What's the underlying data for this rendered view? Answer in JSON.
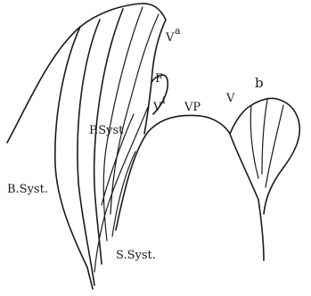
{
  "labels": {
    "va": "V",
    "va_sup": "a",
    "f": "F",
    "vi": "V",
    "vi_sup": "i",
    "vp": "VP",
    "v": "V",
    "b": "b",
    "p_syst": "P.Syst",
    "b_syst": "B.Syst.",
    "s_syst": "S.Syst."
  }
}
